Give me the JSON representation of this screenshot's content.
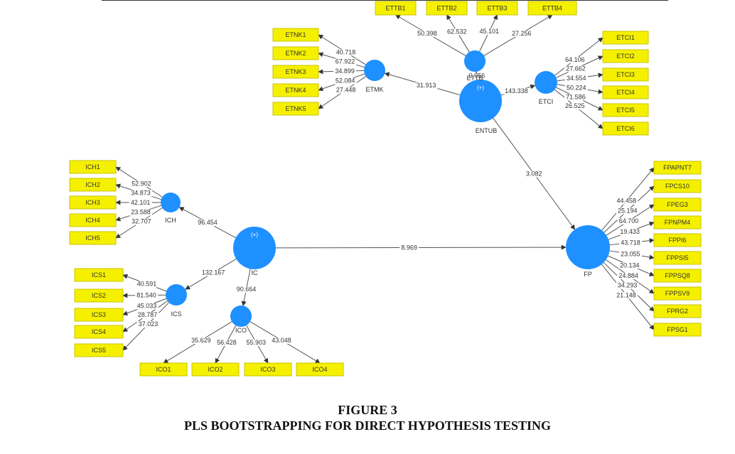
{
  "figure": {
    "label": "FIGURE 3",
    "title": "PLS BOOTSTRAPPING FOR DIRECT HYPOTHESIS TESTING"
  },
  "colors": {
    "construct": "#1e90ff",
    "indicator": "#f5f000",
    "edge": "#555555"
  },
  "constructs": [
    {
      "id": "ENTUB",
      "label": "ENTUB",
      "second_order": true
    },
    {
      "id": "ETTB",
      "label": "ETTB"
    },
    {
      "id": "ETMK",
      "label": "ETMK"
    },
    {
      "id": "ETCI",
      "label": "ETCI"
    },
    {
      "id": "IC",
      "label": "IC",
      "second_order": true
    },
    {
      "id": "ICH",
      "label": "ICH"
    },
    {
      "id": "ICS",
      "label": "ICS"
    },
    {
      "id": "ICO",
      "label": "ICO"
    },
    {
      "id": "FP",
      "label": "FP"
    }
  ],
  "plus_marker": "(+)",
  "structural_paths": [
    {
      "from": "ENTUB",
      "to": "ETTB",
      "t": "0.956"
    },
    {
      "from": "ENTUB",
      "to": "ETMK",
      "t": "31.913"
    },
    {
      "from": "ENTUB",
      "to": "ETCI",
      "t": "143.338"
    },
    {
      "from": "ENTUB",
      "to": "FP",
      "t": "3.082"
    },
    {
      "from": "IC",
      "to": "ICH",
      "t": "96.454"
    },
    {
      "from": "IC",
      "to": "ICS",
      "t": "132.167"
    },
    {
      "from": "IC",
      "to": "ICO",
      "t": "90.664"
    },
    {
      "from": "IC",
      "to": "FP",
      "t": "8.969"
    }
  ],
  "indicator_blocks": [
    {
      "construct": "ETTB",
      "items": [
        {
          "name": "ETTB1",
          "t": "50.398"
        },
        {
          "name": "ETTB2",
          "t": "62.532"
        },
        {
          "name": "ETTB3",
          "t": "45.101"
        },
        {
          "name": "ETTB4",
          "t": "27.256"
        }
      ]
    },
    {
      "construct": "ETMK",
      "items": [
        {
          "name": "ETNK1",
          "t": "40.718"
        },
        {
          "name": "ETNK2",
          "t": "67.922"
        },
        {
          "name": "ETNK3",
          "t": "34.899"
        },
        {
          "name": "ETNK4",
          "t": "52.084"
        },
        {
          "name": "ETNK5",
          "t": "27.448"
        }
      ]
    },
    {
      "construct": "ETCI",
      "items": [
        {
          "name": "ETCI1",
          "t": "64.106"
        },
        {
          "name": "ETCI2",
          "t": "27.662"
        },
        {
          "name": "ETCI3",
          "t": "34.554"
        },
        {
          "name": "ETCI4",
          "t": "50.224"
        },
        {
          "name": "ETCI5",
          "t": "71.586"
        },
        {
          "name": "ETCI6",
          "t": "26.525"
        }
      ]
    },
    {
      "construct": "ICH",
      "items": [
        {
          "name": "ICH1",
          "t": "52.902"
        },
        {
          "name": "ICH2",
          "t": "34.873"
        },
        {
          "name": "ICH3",
          "t": "42.101"
        },
        {
          "name": "ICH4",
          "t": "23.588"
        },
        {
          "name": "ICH5",
          "t": "32.707"
        }
      ]
    },
    {
      "construct": "ICS",
      "items": [
        {
          "name": "ICS1",
          "t": "40.591"
        },
        {
          "name": "ICS2",
          "t": "81.540"
        },
        {
          "name": "ICS3",
          "t": "45.033"
        },
        {
          "name": "ICS4",
          "t": "28.787"
        },
        {
          "name": "ICS5",
          "t": "37.023"
        }
      ]
    },
    {
      "construct": "ICO",
      "items": [
        {
          "name": "ICO1",
          "t": "35.629"
        },
        {
          "name": "ICO2",
          "t": "56.428"
        },
        {
          "name": "ICO3",
          "t": "55.903"
        },
        {
          "name": "ICO4",
          "t": "43.048"
        }
      ]
    },
    {
      "construct": "FP",
      "items": [
        {
          "name": "FPAPNT7",
          "t": "44.458"
        },
        {
          "name": "FPCS10",
          "t": "25.194"
        },
        {
          "name": "FPEG3",
          "t": "64.700"
        },
        {
          "name": "FPNPM4",
          "t": "19.433"
        },
        {
          "name": "FPPI6",
          "t": "43.718"
        },
        {
          "name": "FPPSI5",
          "t": "23.055"
        },
        {
          "name": "FPPSQ8",
          "t": "20.134"
        },
        {
          "name": "FPPSV9",
          "t": "24.884"
        },
        {
          "name": "FPRG2",
          "t": "34.293"
        },
        {
          "name": "FPSG1",
          "t": "21.148"
        }
      ]
    }
  ]
}
